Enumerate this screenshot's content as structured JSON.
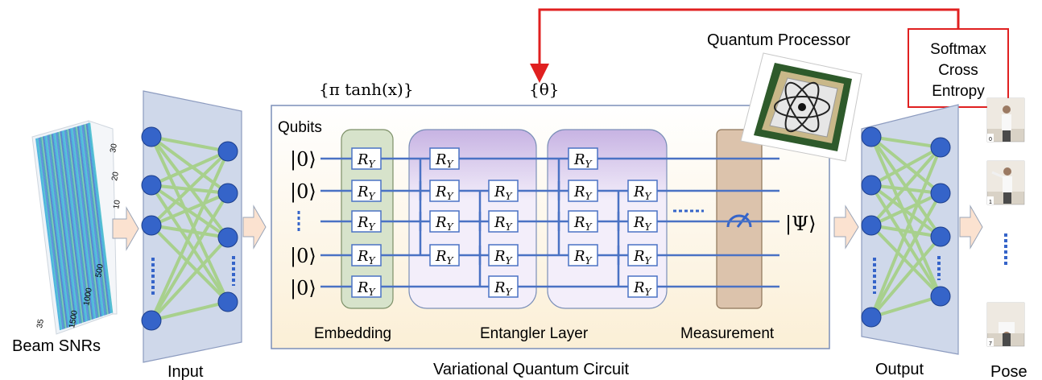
{
  "labels": {
    "beam": "Beam SNRs",
    "input": "Input",
    "vqc": "Variational Quantum Circuit",
    "output": "Output",
    "pose": "Pose",
    "qubits": "Qubits",
    "embedding": "Embedding",
    "entangler": "Entangler Layer",
    "measurement": "Measurement",
    "processor": "Quantum Processor",
    "loss_line1": "Softmax",
    "loss_line2": "Cross",
    "loss_line3": "Entropy"
  },
  "math": {
    "embed_param": "{π tanh(x)}",
    "theta": "{θ}",
    "ket0": "|0⟩",
    "psi": "|Ψ⟩",
    "gate": "R",
    "gate_sub": "Y"
  },
  "pose_frames": [
    "0",
    "1",
    "7"
  ],
  "heatmap_ticks": [
    "30",
    "20",
    "10",
    "500",
    "1000",
    "1500",
    "35"
  ],
  "colors": {
    "panel_blue": "#cfd8ea",
    "node_blue": "#3564c9",
    "edge_green": "#a8d08d",
    "wire_blue": "#4a72c4",
    "embed_green": "#d7e3cb",
    "entangler_purple": "#dcd0ec",
    "measure_brown": "#dcc3ac",
    "feedback_red": "#e02020",
    "arrow_fill": "#fbe2d0"
  }
}
